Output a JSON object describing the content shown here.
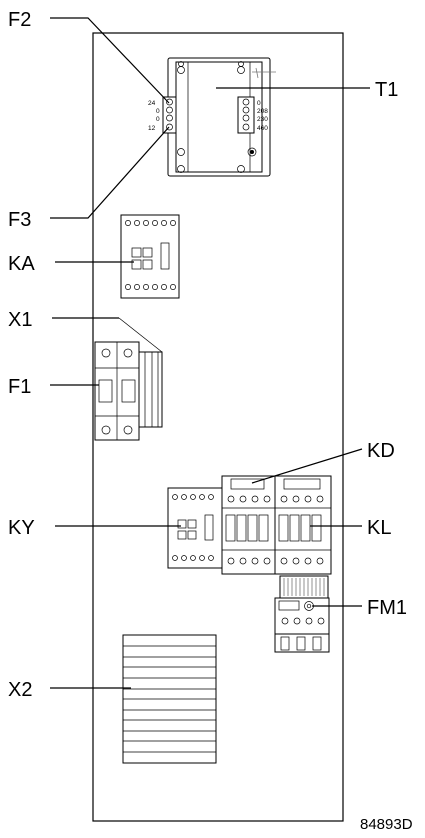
{
  "callouts": {
    "f2": "F2",
    "f3": "F3",
    "t1": "T1",
    "ka": "KA",
    "x1": "X1",
    "f1": "F1",
    "kd": "KD",
    "ky": "KY",
    "kl": "KL",
    "fm1": "FM1",
    "x2": "X2"
  },
  "transformer_terminals": {
    "left": [
      "24",
      "0",
      "0",
      "12"
    ],
    "right": [
      "0",
      "208",
      "230",
      "460"
    ]
  },
  "drawing_code": "84893D"
}
